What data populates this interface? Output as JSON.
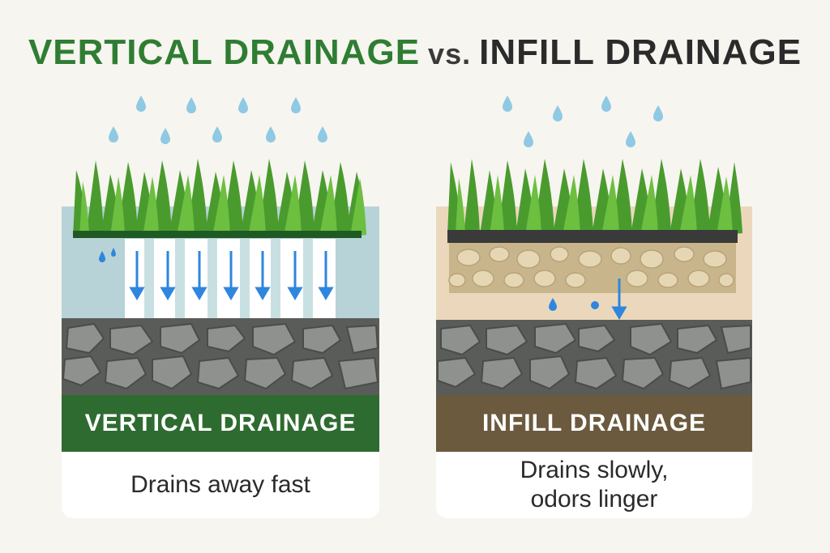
{
  "title": {
    "left": "VERTICAL DRAINAGE",
    "vs": "vs.",
    "right": "INFILL DRAINAGE"
  },
  "left_panel": {
    "label": "VERTICAL DRAINAGE",
    "caption": "Drains away fast"
  },
  "right_panel": {
    "label": "INFILL DRAINAGE",
    "caption_line1": "Drains slowly,",
    "caption_line2": "odors linger"
  },
  "colors": {
    "title_green": "#2f7d32",
    "title_dark": "#2b2b2b",
    "grass": "#4a9b2e",
    "water": "#2e86de",
    "rain": "#8fc9e4",
    "gravel_base": "#5a5c5a",
    "stone": "#8e918d",
    "infill_sand": "#c9b58b",
    "left_band": "#2e6b30",
    "right_band": "#6b5a3e"
  }
}
